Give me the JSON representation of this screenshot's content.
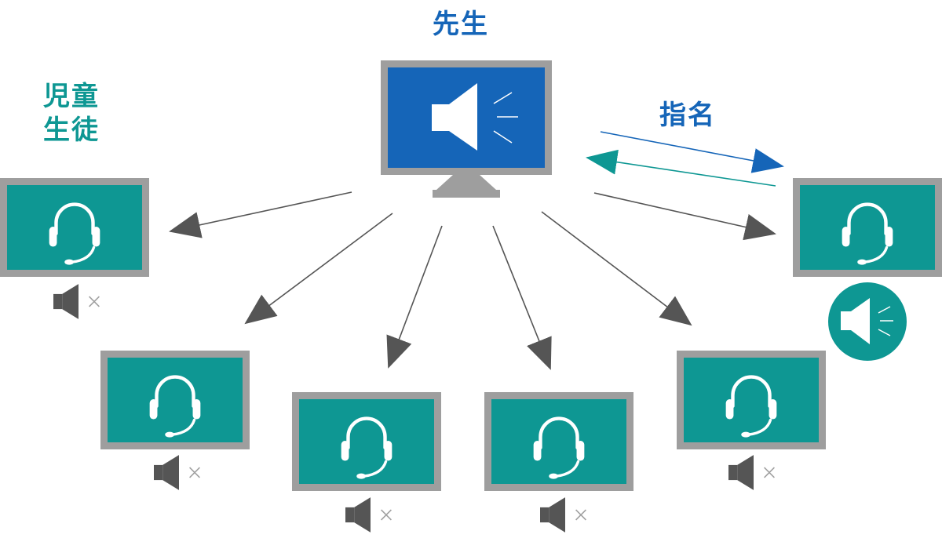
{
  "labels": {
    "teacher": "先生",
    "students_line1": "児童",
    "students_line2": "生徒",
    "nomination": "指名"
  },
  "students": [
    {
      "id": "student-1",
      "headset": "headset-icon",
      "speaker": "muted"
    },
    {
      "id": "student-2",
      "headset": "headset-icon",
      "speaker": "muted"
    },
    {
      "id": "student-3",
      "headset": "headset-icon",
      "speaker": "muted"
    },
    {
      "id": "student-4",
      "headset": "headset-icon",
      "speaker": "muted"
    },
    {
      "id": "student-5",
      "headset": "headset-icon",
      "speaker": "muted"
    },
    {
      "id": "student-6-nominated",
      "headset": "headset-icon",
      "speaker": "active"
    }
  ],
  "icons": {
    "teacher_screen": "speaker-icon",
    "student_screen": "headset-icon",
    "muted": "speaker-muted-icon",
    "active": "speaker-active-icon"
  },
  "colors": {
    "teacher_screen": "#1565b8",
    "student_screen": "#0e9793",
    "monitor_frame": "#9e9e9e",
    "blue_text": "#1565b8",
    "teal_text": "#0e9793",
    "arrow": "#555555",
    "speaker_gray": "#555555",
    "mute_x": "#a0a0a0"
  }
}
